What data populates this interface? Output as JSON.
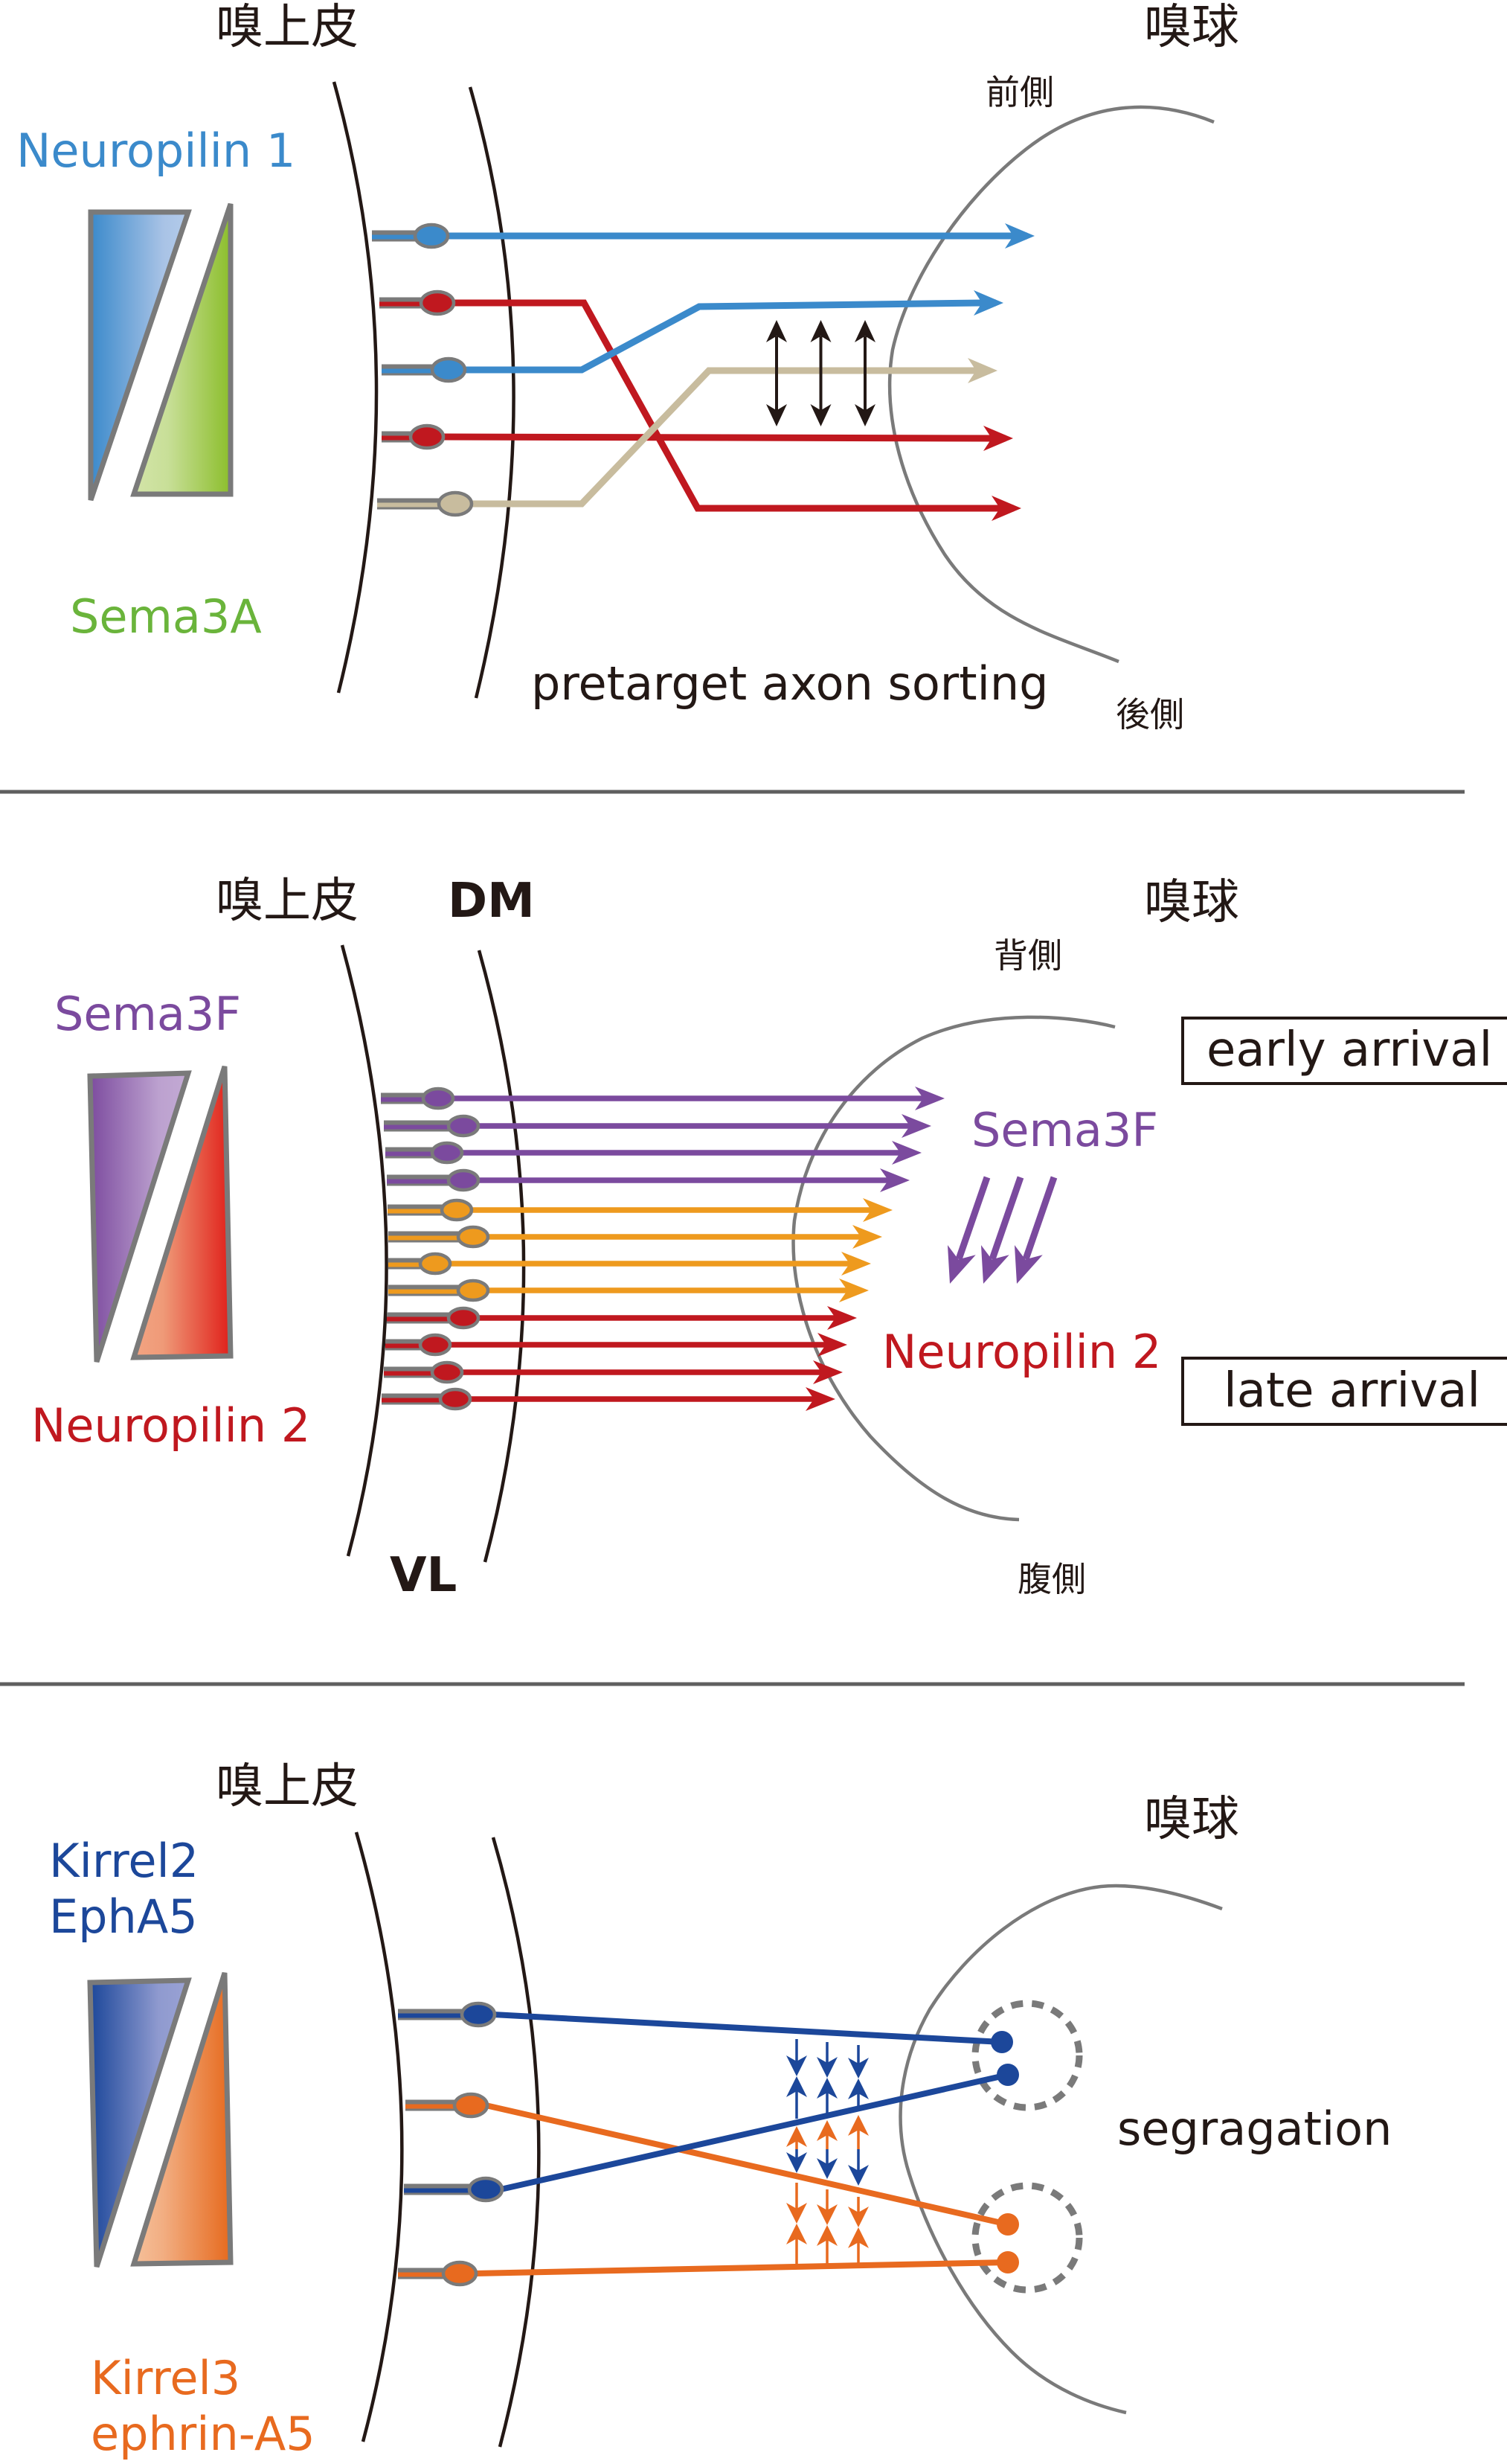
{
  "colors": {
    "np1_blue": "#3B8ACB",
    "red": "#C0181F",
    "beige": "#C8BC9E",
    "sema3a_green": "#6AB43B",
    "purple": "#7B4A9E",
    "orange_yellow": "#EE9A1E",
    "kirrel2_blue": "#1C479A",
    "kirrel3_orange": "#E86A1F",
    "outline_gray": "#7a7a7a",
    "black": "#231815"
  },
  "panel1": {
    "epithelium_label": "嗅上皮",
    "bulb_label": "嗅球",
    "anterior_label": "前側",
    "posterior_label": "後側",
    "gradient_top_label": "Neuropilin 1",
    "gradient_bottom_label": "Sema3A",
    "caption": "pretarget axon sorting",
    "axons": [
      {
        "color": "np1_blue",
        "type": "Neuropilin 1 high"
      },
      {
        "color": "red",
        "type": "Neuropilin 1 low"
      },
      {
        "color": "np1_blue",
        "type": "Neuropilin 1 high"
      },
      {
        "color": "red",
        "type": "Neuropilin 1 low"
      },
      {
        "color": "beige",
        "type": "intermediate"
      }
    ],
    "interaction_arrows": 3
  },
  "panel2": {
    "epithelium_label": "嗅上皮",
    "dm_label": "DM",
    "vl_label": "VL",
    "bulb_label": "嗅球",
    "dorsal_label": "背側",
    "ventral_label": "腹側",
    "gradient_top_label": "Sema3F",
    "gradient_bottom_label": "Neuropilin 2",
    "bulb_sema3f_label": "Sema3F",
    "bulb_np2_label": "Neuropilin 2",
    "early_label": "early arrival",
    "late_label": "late arrival",
    "axon_groups": [
      {
        "color": "purple",
        "count": 4
      },
      {
        "color": "orange_yellow",
        "count": 4
      },
      {
        "color": "red",
        "count": 4
      }
    ],
    "sema3f_arrows": 3
  },
  "panel3": {
    "epithelium_label": "嗅上皮",
    "bulb_label": "嗅球",
    "gradient_top_label_line1": "Kirrel2",
    "gradient_top_label_line2": "EphA5",
    "gradient_bottom_label_line1": "Kirrel3",
    "gradient_bottom_label_line2": "ephrin-A5",
    "caption": "segragation",
    "axons": [
      {
        "color": "kirrel2_blue"
      },
      {
        "color": "kirrel3_orange"
      },
      {
        "color": "kirrel2_blue"
      },
      {
        "color": "kirrel3_orange"
      }
    ],
    "glomeruli": 2
  }
}
